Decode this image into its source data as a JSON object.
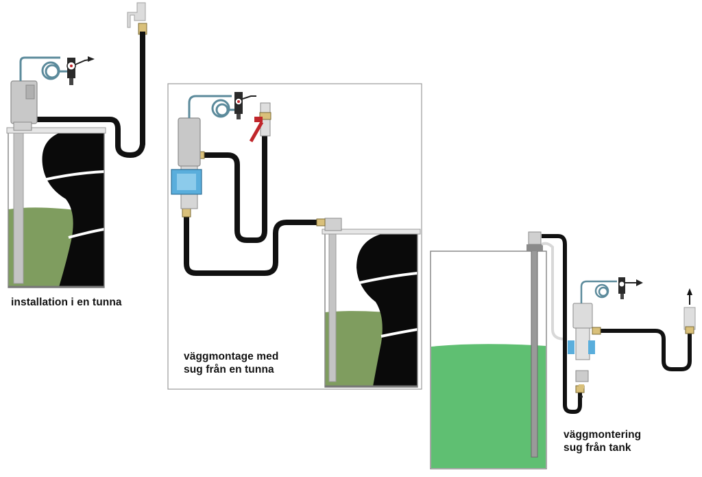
{
  "captions": {
    "barrel": "installation i en tunna",
    "wall_barrel_line1": "väggmontage med",
    "wall_barrel_line2": "sug från en tunna",
    "wall_tank_line1": "väggmontering",
    "wall_tank_line2": "sug från tank"
  },
  "colors": {
    "fluid_barrel": "#7f9d5f",
    "fluid_tank": "#5fbf72",
    "bracket": "#5aaedc",
    "air_hose": "#5b8a9b",
    "hose": "#111111",
    "pump_body": "#c8c8c8",
    "valve_red": "#c0262b",
    "filter_red": "#c0262b"
  },
  "icons": {
    "pump": "pump-icon",
    "air_regulator": "air-filter-regulator-icon",
    "ball_valve": "ball-valve-icon",
    "dispense_nozzle": "outlet-nozzle-icon",
    "wall_bracket": "wall-bracket-icon"
  }
}
